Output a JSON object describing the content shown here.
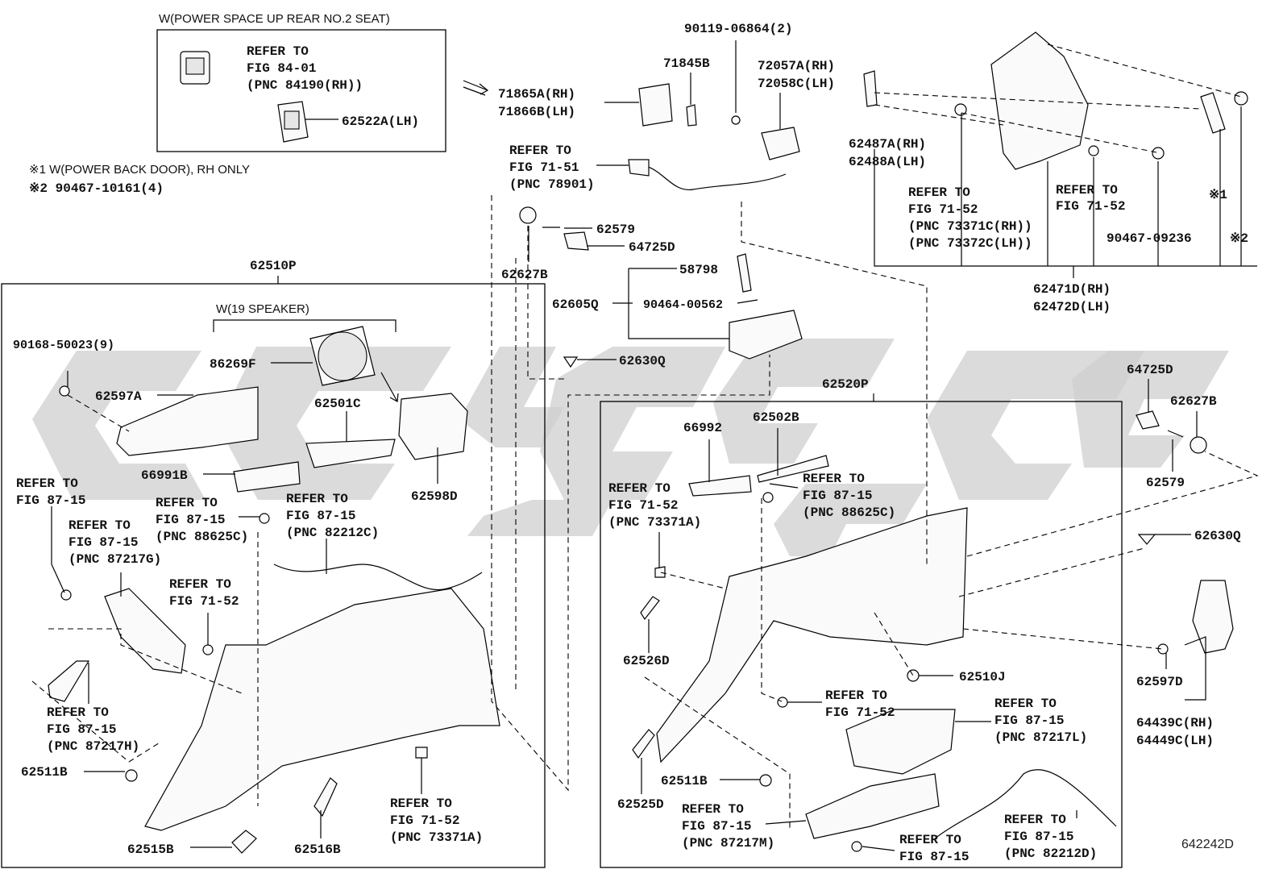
{
  "notes": {
    "note1": "※1 W(POWER BACK DOOR), RH ONLY",
    "note2": "※2 90467-10161(4)"
  },
  "boxes": {
    "seat_box_title": "W(POWER SPACE UP REAR NO.2 SEAT)",
    "speaker_title": "W(19 SPEAKER)"
  },
  "drawing_number": "642242D",
  "labels": {
    "refer_84_01_a": "REFER TO",
    "refer_84_01_b": "FIG 84-01",
    "refer_84_01_c": "(PNC 84190(RH))",
    "p62522A": "62522A(LH)",
    "p71865A": "71865A(RH)",
    "p71866B": "71866B(LH)",
    "p90119": "90119-06864(2)",
    "p71845B": "71845B",
    "p72057A": "72057A(RH)",
    "p72058C": "72058C(LH)",
    "refer_71_51_a": "REFER TO",
    "refer_71_51_b": "FIG 71-51",
    "refer_71_51_c": "(PNC 78901)",
    "p62487A": "62487A(RH)",
    "p62488A": "62488A(LH)",
    "refer_71_52_r1a": "REFER TO",
    "refer_71_52_r1b": "FIG 71-52",
    "refer_71_52_r1c": "(PNC 73371C(RH))",
    "refer_71_52_r1d": "(PNC 73372C(LH))",
    "refer_71_52_r2a": "REFER TO",
    "refer_71_52_r2b": "FIG 71-52",
    "p90467_09236": "90467-09236",
    "mark1": "※1",
    "mark2": "※2",
    "p62471D": "62471D(RH)",
    "p62472D": "62472D(LH)",
    "p62579_top": "62579",
    "p64725D_top": "64725D",
    "p62627B_top": "62627B",
    "p58798": "58798",
    "p62605Q": "62605Q",
    "p90464": "90464-00562",
    "p62630Q_mid": "62630Q",
    "p62510P": "62510P",
    "p90168": "90168-50023(9)",
    "p86269F": "86269F",
    "p62597A": "62597A",
    "p62501C": "62501C",
    "p66991B": "66991B",
    "p62598D": "62598D",
    "refer_87_15_l1a": "REFER TO",
    "refer_87_15_l1b": "FIG 87-15",
    "refer_87_15_l2a": "REFER TO",
    "refer_87_15_l2b": "FIG 87-15",
    "refer_87_15_l2c": "(PNC 88625C)",
    "refer_87_15_l3a": "REFER TO",
    "refer_87_15_l3b": "FIG 87-15",
    "refer_87_15_l3c": "(PNC 82212C)",
    "refer_87_15_l4a": "REFER TO",
    "refer_87_15_l4b": "FIG 87-15",
    "refer_87_15_l4c": "(PNC 87217G)",
    "refer_71_52_l1a": "REFER TO",
    "refer_71_52_l1b": "FIG 71-52",
    "refer_87_15_l5a": "REFER TO",
    "refer_87_15_l5b": "FIG 87-15",
    "refer_87_15_l5c": "(PNC 87217H)",
    "p62511B_left": "62511B",
    "p62515B": "62515B",
    "p62516B": "62516B",
    "refer_71_52_l2a": "REFER TO",
    "refer_71_52_l2b": "FIG 71-52",
    "refer_71_52_l2c": "(PNC 73371A)",
    "p62520P": "62520P",
    "p66992": "66992",
    "p62502B": "62502B",
    "refer_71_52_m1a": "REFER TO",
    "refer_71_52_m1b": "FIG 71-52",
    "refer_71_52_m1c": "(PNC 73371A)",
    "refer_87_15_m2a": "REFER TO",
    "refer_87_15_m2b": "FIG 87-15",
    "refer_87_15_m2c": "(PNC 88625C)",
    "p62526D": "62526D",
    "p62510J": "62510J",
    "refer_71_52_m3a": "REFER TO",
    "refer_71_52_m3b": "FIG 71-52",
    "refer_87_15_m4a": "REFER TO",
    "refer_87_15_m4b": "FIG 87-15",
    "refer_87_15_m4c": "(PNC 87217L)",
    "p62525D": "62525D",
    "p62511B_right": "62511B",
    "refer_87_15_m5a": "REFER TO",
    "refer_87_15_m5b": "FIG 87-15",
    "refer_87_15_m5c": "(PNC 87217M)",
    "refer_87_15_m6a": "REFER TO",
    "refer_87_15_m6b": "FIG 87-15",
    "refer_87_15_m7a": "REFER TO",
    "refer_87_15_m7b": "FIG 87-15",
    "refer_87_15_m7c": "(PNC 82212D)",
    "p64725D_right": "64725D",
    "p62627B_right": "62627B",
    "p62579_right": "62579",
    "p62630Q_right": "62630Q",
    "p62597D": "62597D",
    "p64439C": "64439C(RH)",
    "p64449C": "64449C(LH)"
  }
}
